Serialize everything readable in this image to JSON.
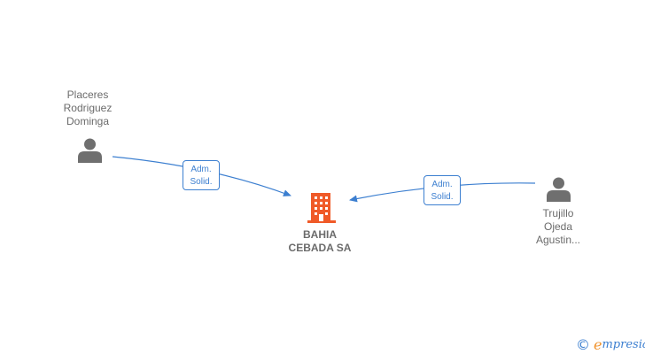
{
  "nodes": {
    "person_1": {
      "lines": [
        "Placeres",
        "Rodriguez",
        "Dominga"
      ],
      "icon": "person-icon"
    },
    "company": {
      "lines": [
        "BAHIA",
        "CEBADA SA"
      ],
      "icon": "building-icon",
      "color": "#f05a28"
    },
    "person_2": {
      "lines": [
        "Trujillo",
        "Ojeda",
        "Agustin..."
      ],
      "icon": "person-icon"
    }
  },
  "edges": {
    "edge_1": {
      "lines": [
        "Adm.",
        "Solid."
      ]
    },
    "edge_2": {
      "lines": [
        "Adm.",
        "Solid."
      ]
    }
  },
  "colors": {
    "person": "#6f6f6f",
    "edge": "#3c7fd0",
    "brand_accent": "#f0922b"
  },
  "brand": {
    "copyright": "©",
    "initial": "e",
    "rest": "mpresia"
  }
}
